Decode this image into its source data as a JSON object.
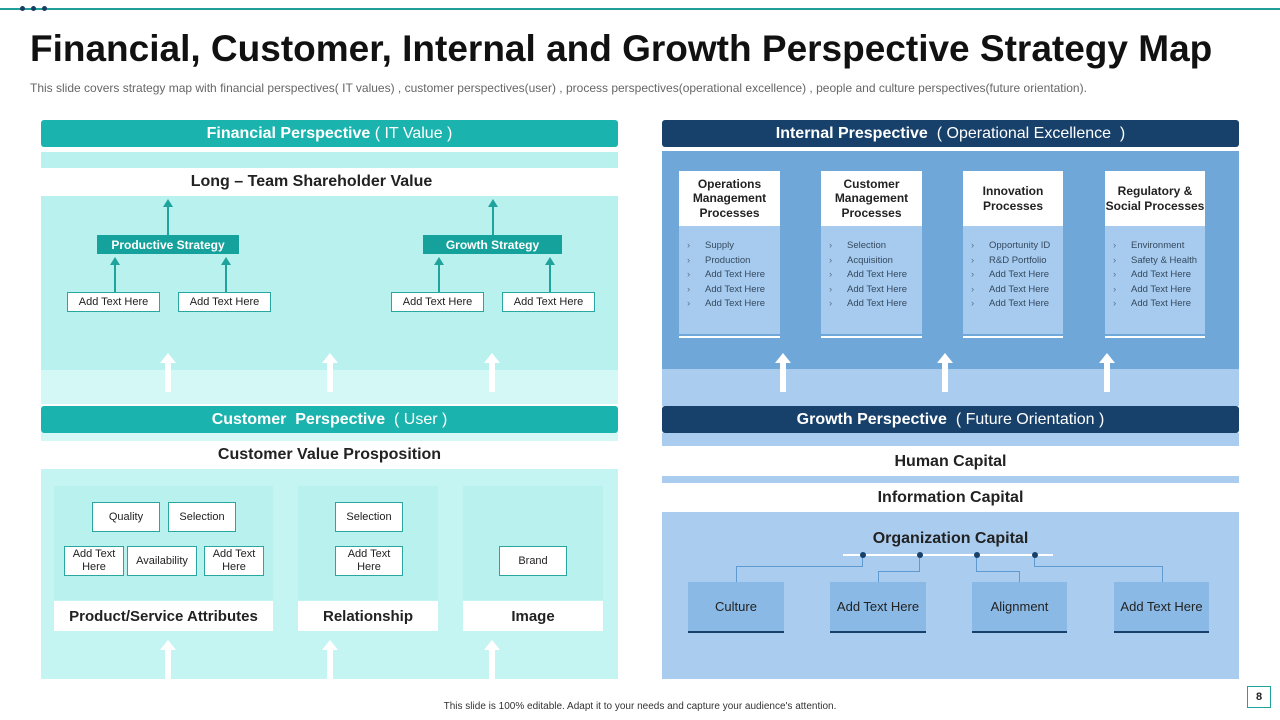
{
  "slide": {
    "title": "Financial, Customer, Internal and Growth Perspective Strategy Map",
    "subtitle": "This slide covers strategy map with financial perspectives( IT values) , customer perspectives(user)  , process perspectives(operational  excellence) , people and culture perspectives(future  orientation).",
    "footer": "This slide is 100% editable. Adapt it to your needs and capture your audience's attention.",
    "page_number": "8"
  },
  "financial": {
    "header_bold": "Financial Perspective",
    "header_rest": " ( IT Value )",
    "subtitle": "Long – Team Shareholder Value",
    "strategy1": "Productive Strategy",
    "strategy2": "Growth Strategy",
    "boxes": [
      "Add Text Here",
      "Add Text Here",
      "Add Text Here",
      "Add Text Here"
    ]
  },
  "customer": {
    "header_bold": "Customer  Perspective",
    "header_rest": "  ( User )",
    "subtitle": "Customer Value Prosposition",
    "attributes": {
      "label": "Product/Service Attributes",
      "items": [
        "Quality",
        "Selection",
        "Add Text Here",
        "Availability",
        "Add Text Here"
      ]
    },
    "relationship": {
      "label": "Relationship",
      "items": [
        "Selection",
        "Add Text Here"
      ]
    },
    "image": {
      "label": "Image",
      "items": [
        "Brand"
      ]
    }
  },
  "internal": {
    "header_bold": "Internal Prespective",
    "header_rest": "  ( Operational Excellence  )",
    "processes": [
      {
        "title": "Operations Management Processes",
        "items": [
          "Supply",
          "Production",
          "Add Text Here",
          "Add Text Here",
          "Add Text Here"
        ]
      },
      {
        "title": "Customer Management Processes",
        "items": [
          "Selection",
          "Acquisition",
          "Add Text Here",
          "Add Text Here",
          "Add Text Here"
        ]
      },
      {
        "title": "Innovation Processes",
        "items": [
          "Opportunity ID",
          "R&D Portfolio",
          "Add Text Here",
          "Add Text Here",
          "Add Text Here"
        ]
      },
      {
        "title": "Regulatory & Social Processes",
        "items": [
          "Environment",
          "Safety & Health",
          "Add Text Here",
          "Add Text Here",
          "Add Text Here"
        ]
      }
    ]
  },
  "growth": {
    "header_bold": "Growth Perspective",
    "header_rest": "  ( Future Orientation )",
    "human_capital": "Human Capital",
    "information_capital": "Information Capital",
    "organization_capital": "Organization Capital",
    "org_items": [
      "Culture",
      "Add Text Here",
      "Alignment",
      "Add Text Here"
    ]
  },
  "icons": {
    "bullet": "›",
    "dots": "three-dots-icon"
  },
  "colors": {
    "teal": "#1bb3ad",
    "navy": "#17416a",
    "light_teal": "#b8f1ee",
    "light_blue": "#a9ccef"
  }
}
